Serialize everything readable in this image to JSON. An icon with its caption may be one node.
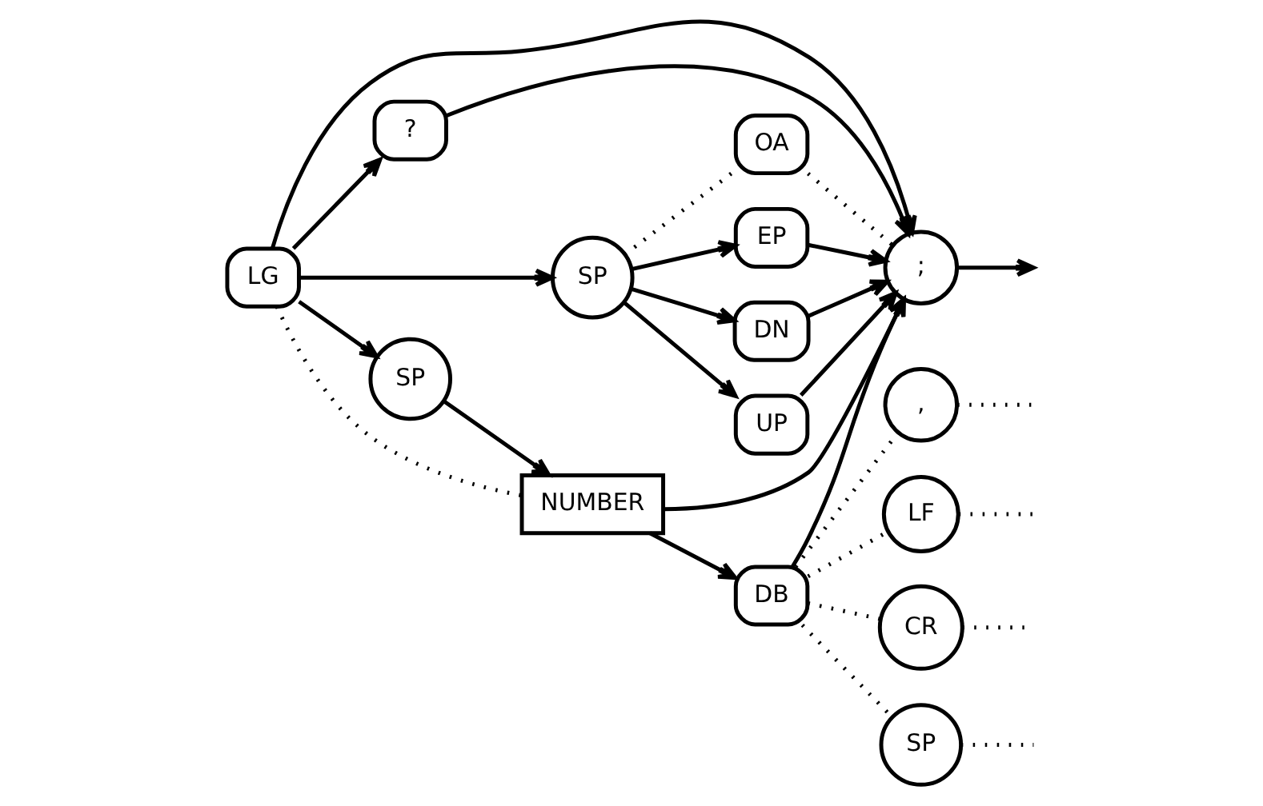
{
  "diagram": {
    "nodes": [
      {
        "text": [
          "LG"
        ]
      },
      {
        "text": [
          "?"
        ]
      },
      {
        "text": [
          "OA"
        ]
      },
      {
        "text": [
          "SP"
        ]
      },
      {
        "text": [
          "EP"
        ]
      },
      {
        "text": [
          "DN"
        ]
      },
      {
        "text": [
          "UP"
        ]
      },
      {
        "text": [
          "SP"
        ]
      },
      {
        "text": [
          "NUMBER"
        ]
      },
      {
        "text": [
          "DB"
        ]
      },
      {
        "text": [
          ";"
        ]
      },
      {
        "text": [
          "LF"
        ]
      },
      {
        "text": [
          "CR"
        ]
      },
      {
        "text": [
          "SP"
        ]
      },
      {
        "text": [
          ","
        ]
      }
    ],
    "edges": [
      {
        "from": 0,
        "to": 1,
        "arrow": "to"
      },
      {
        "from": 0,
        "to": 3,
        "arrow": "to"
      },
      {
        "from": 0,
        "to": 7,
        "arrow": "to"
      },
      {
        "from": 0,
        "to": 8,
        "arrow": "none",
        "style": "dashed"
      },
      {
        "from": 3,
        "to": 2,
        "arrow": "none",
        "style": "dashed"
      },
      {
        "from": 3,
        "to": 4,
        "arrow": "to"
      },
      {
        "from": 3,
        "to": 5,
        "arrow": "to"
      },
      {
        "from": 3,
        "to": 6,
        "arrow": "to"
      },
      {
        "from": 7,
        "to": 8,
        "arrow": "to"
      },
      {
        "from": 8,
        "to": 9,
        "arrow": "to"
      },
      {
        "from": 1,
        "to": 10,
        "arrow": "to"
      },
      {
        "from": 2,
        "to": 10,
        "arrow": "none",
        "style": "dashed"
      },
      {
        "from": 4,
        "to": 10,
        "arrow": "to"
      },
      {
        "from": 5,
        "to": 10,
        "arrow": "to"
      },
      {
        "from": 6,
        "to": 10,
        "arrow": "to"
      },
      {
        "from": 8,
        "to": 10,
        "arrow": "to"
      },
      {
        "from": 9,
        "to": 10,
        "arrow": "to"
      },
      {
        "from": 0,
        "to": 10,
        "arrow": "to"
      },
      {
        "from": 9,
        "to": 11,
        "arrow": "none",
        "style": "dashed"
      },
      {
        "from": 9,
        "to": 12,
        "arrow": "none",
        "style": "dashed"
      },
      {
        "from": 9,
        "to": 13,
        "arrow": "none",
        "style": "dashed"
      },
      {
        "from": 9,
        "to": 14,
        "arrow": "none",
        "style": "dashed"
      },
      {
        "from": 10,
        "to": null,
        "arrow": "to"
      },
      {
        "from": 11,
        "to": null,
        "arrow": "none",
        "style": "dashed"
      },
      {
        "from": 12,
        "to": null,
        "arrow": "none",
        "style": "dashed"
      },
      {
        "from": 13,
        "to": null,
        "arrow": "none",
        "style": "dashed"
      },
      {
        "from": 14,
        "to": null,
        "arrow": "none",
        "style": "dashed"
      }
    ]
  }
}
